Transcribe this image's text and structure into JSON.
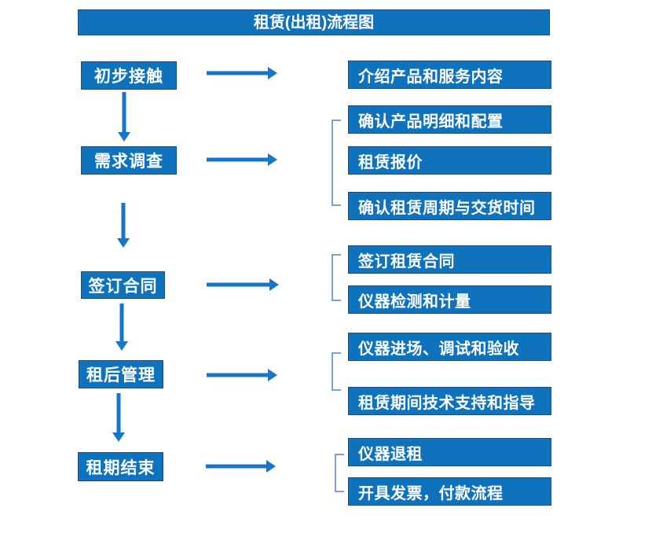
{
  "title": "租赁(出租)流程图",
  "colors": {
    "box_fill": "#0e72bd",
    "box_border": "#1d4e7c",
    "arrow": "#1776c9",
    "bracket": "#7aa0d4",
    "text": "#ffffff",
    "background": "#ffffff"
  },
  "stages": [
    {
      "label": "初步接触",
      "details": [
        "介绍产品和服务内容"
      ]
    },
    {
      "label": "需求调查",
      "details": [
        "确认产品明细和配置",
        "租赁报价",
        "确认租赁周期与交货时间"
      ]
    },
    {
      "label": "签订合同",
      "details": [
        "签订租赁合同",
        "仪器检测和计量"
      ]
    },
    {
      "label": "租后管理",
      "details": [
        "仪器进场、调试和验收",
        "租赁期间技术支持和指导"
      ]
    },
    {
      "label": "租期结束",
      "details": [
        "仪器退租",
        "开具发票，付款流程"
      ]
    }
  ]
}
